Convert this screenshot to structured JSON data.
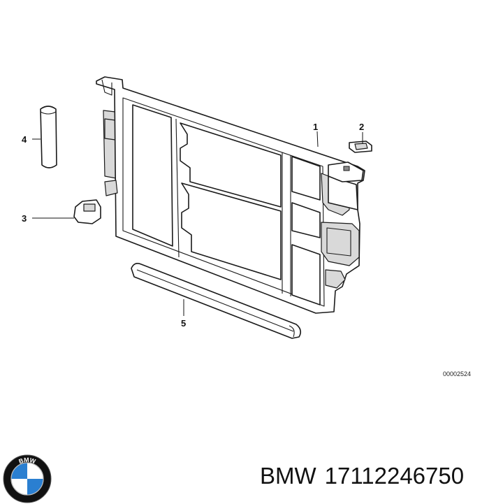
{
  "diagram": {
    "callouts": [
      {
        "id": "1",
        "label": "1"
      },
      {
        "id": "2",
        "label": "2"
      },
      {
        "id": "3",
        "label": "3"
      },
      {
        "id": "4",
        "label": "4"
      },
      {
        "id": "5",
        "label": "5"
      }
    ],
    "reference_code": "00002524"
  },
  "caption": {
    "brand": "BMW",
    "part_number": "17112246750"
  },
  "logo": {
    "letters": "BMW",
    "colors": {
      "ring": "#111111",
      "blue": "#2a7fd1",
      "white": "#ffffff"
    }
  }
}
